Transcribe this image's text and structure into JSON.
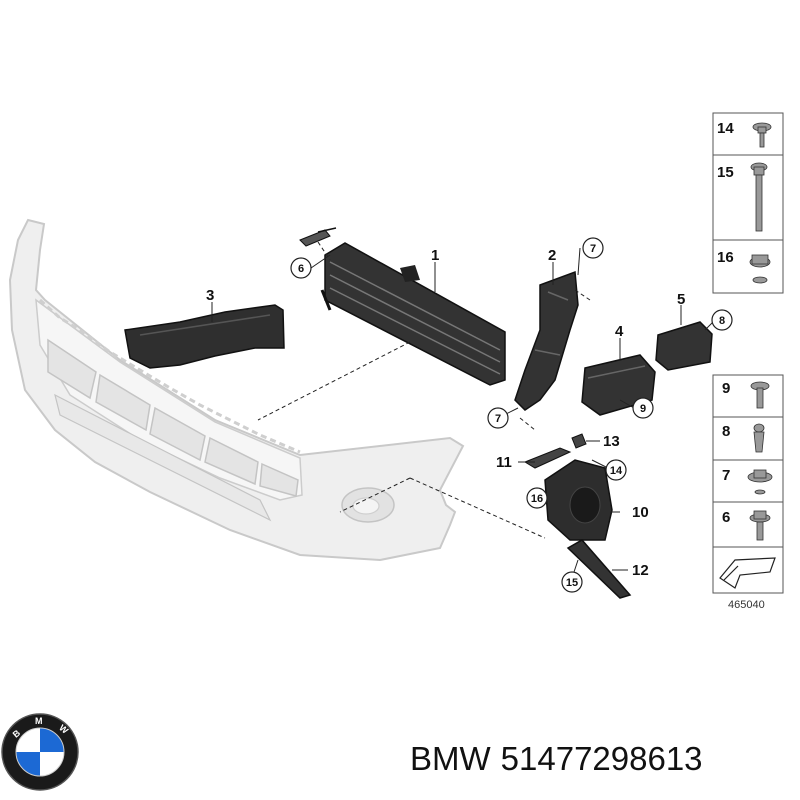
{
  "diagram": {
    "callouts": {
      "c1": "1",
      "c2": "2",
      "c3": "3",
      "c4": "4",
      "c5": "5",
      "c10": "10",
      "c11": "11",
      "c12": "12",
      "c13": "13"
    },
    "circled": {
      "c6": "6",
      "c7a": "7",
      "c7b": "7",
      "c8": "8",
      "c9": "9",
      "c14": "14",
      "c15": "15",
      "c16": "16"
    },
    "hardware_table_top": [
      "14",
      "15",
      "16"
    ],
    "hardware_table_bottom": [
      "9",
      "8",
      "7",
      "6"
    ],
    "reference_number": "465040"
  },
  "footer": {
    "brand": "BMW",
    "part_number": "51477298613"
  },
  "colors": {
    "line": "#222222",
    "bumper_fill": "#eeeeee",
    "bumper_stroke": "#c8c8c8",
    "part_dark": "#2b2b2b",
    "logo_blue": "#1c69d4"
  }
}
